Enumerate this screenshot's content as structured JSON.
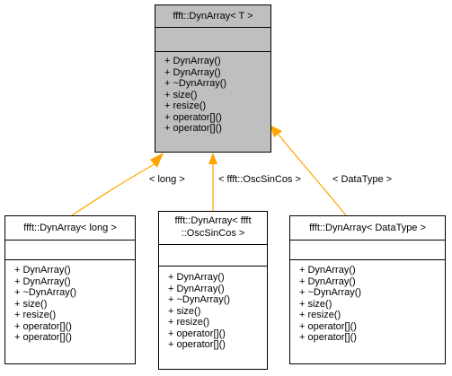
{
  "base_class": {
    "title": "ffft::DynArray< T >",
    "methods": [
      "+ DynArray()",
      "+ DynArray()",
      "+ ~DynArray()",
      "+ size()",
      "+ resize()",
      "+ operator[]()",
      "+ operator[]()"
    ]
  },
  "derived": [
    {
      "title_lines": [
        "ffft::DynArray< long >"
      ],
      "methods": [
        "+ DynArray()",
        "+ DynArray()",
        "+ ~DynArray()",
        "+ size()",
        "+ resize()",
        "+ operator[]()",
        "+ operator[]()"
      ],
      "edge_label": "< long >"
    },
    {
      "title_lines": [
        "ffft::DynArray< ffft",
        "::OscSinCos >"
      ],
      "methods": [
        "+ DynArray()",
        "+ DynArray()",
        "+ ~DynArray()",
        "+ size()",
        "+ resize()",
        "+ operator[]()",
        "+ operator[]()"
      ],
      "edge_label": "< ffft::OscSinCos >"
    },
    {
      "title_lines": [
        "ffft::DynArray< DataType >"
      ],
      "methods": [
        "+ DynArray()",
        "+ DynArray()",
        "+ ~DynArray()",
        "+ size()",
        "+ resize()",
        "+ operator[]()",
        "+ operator[]()"
      ],
      "edge_label": "< DataType >"
    }
  ],
  "colors": {
    "base_fill": "#bfbfbf",
    "edge": "#ffa500"
  }
}
